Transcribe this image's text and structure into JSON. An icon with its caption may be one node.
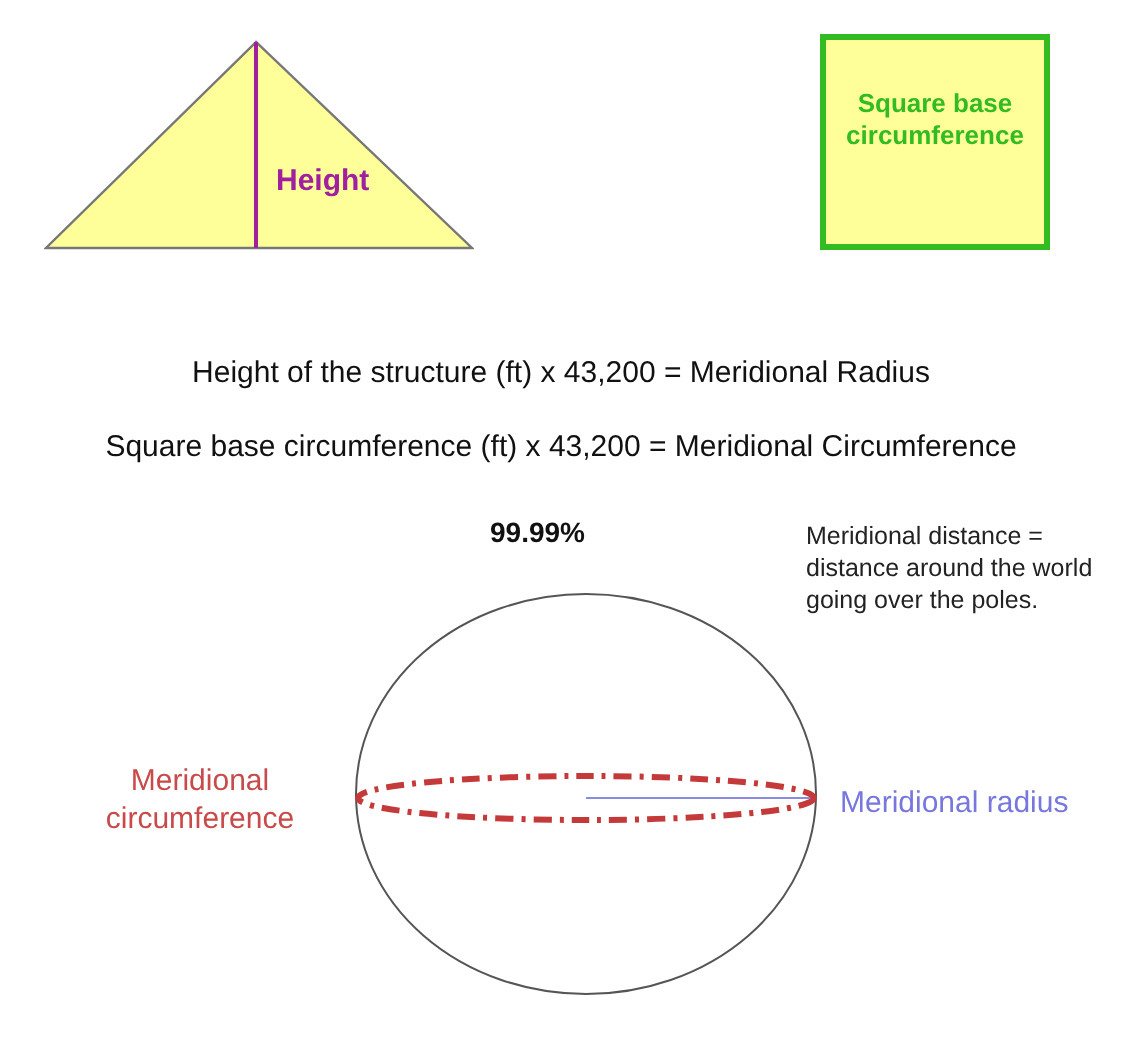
{
  "diagram": {
    "nodes": [
      {
        "text": [
          "Height"
        ]
      },
      {
        "text": [
          "Square base circumference"
        ]
      }
    ],
    "edges": [],
    "labels": [
      "Height of the structure (ft) x 43,200 = Meridional Radius",
      "Square base circumference (ft) x 43,200 = Meridional Circumference",
      "99.99%",
      "Meridional distance = distance around the world going over the poles.",
      "Meridional circumference",
      "Meridional radius"
    ]
  }
}
